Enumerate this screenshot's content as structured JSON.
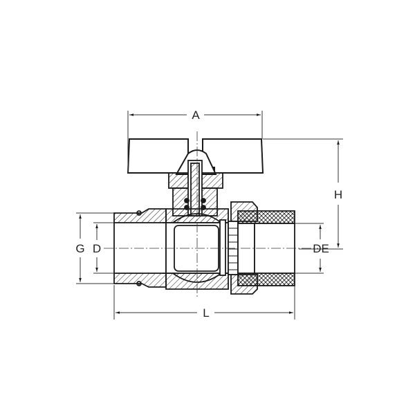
{
  "diagram": {
    "subject": "Ball valve with butterfly handle and union end",
    "colors": {
      "line": "#1a1a1a",
      "background": "#ffffff",
      "dim_line": "#333333"
    },
    "dimensions": {
      "A": "A",
      "H": "H",
      "L": "L",
      "G": "G",
      "D": "D",
      "DE": "DE"
    }
  }
}
